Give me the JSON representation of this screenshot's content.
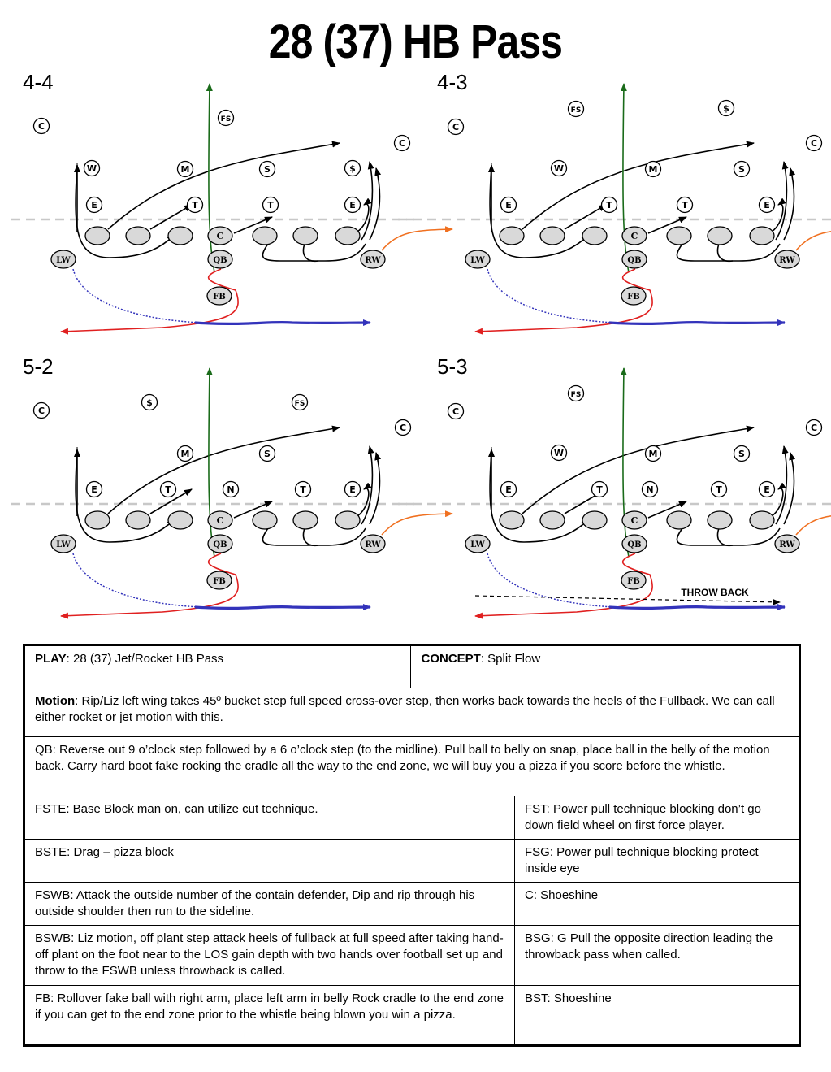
{
  "title": "28 (37) HB Pass",
  "diagrams": [
    {
      "formation": "4-4",
      "defenders": [
        {
          "label": "C"
        },
        {
          "label": "FS"
        },
        {
          "label": "C"
        },
        {
          "label": "W"
        },
        {
          "label": "M"
        },
        {
          "label": "S"
        },
        {
          "label": "$"
        },
        {
          "label": "E"
        },
        {
          "label": "T"
        },
        {
          "label": "T"
        },
        {
          "label": "E"
        }
      ],
      "offense_labels": [
        "C",
        "LW",
        "QB",
        "RW",
        "FB"
      ]
    },
    {
      "formation": "4-3",
      "defenders": [
        {
          "label": "FS"
        },
        {
          "label": "$"
        },
        {
          "label": "C"
        },
        {
          "label": "C"
        },
        {
          "label": "W"
        },
        {
          "label": "M"
        },
        {
          "label": "S"
        },
        {
          "label": "E"
        },
        {
          "label": "T"
        },
        {
          "label": "T"
        },
        {
          "label": "E"
        }
      ],
      "offense_labels": [
        "C",
        "LW",
        "QB",
        "RW",
        "FB"
      ]
    },
    {
      "formation": "5-2",
      "defenders": [
        {
          "label": "C"
        },
        {
          "label": "$"
        },
        {
          "label": "FS"
        },
        {
          "label": "C"
        },
        {
          "label": "M"
        },
        {
          "label": "S"
        },
        {
          "label": "E"
        },
        {
          "label": "T"
        },
        {
          "label": "N"
        },
        {
          "label": "T"
        },
        {
          "label": "E"
        }
      ],
      "offense_labels": [
        "C",
        "LW",
        "QB",
        "RW",
        "FB"
      ]
    },
    {
      "formation": "5-3",
      "defenders": [
        {
          "label": "FS"
        },
        {
          "label": "C"
        },
        {
          "label": "C"
        },
        {
          "label": "W"
        },
        {
          "label": "M"
        },
        {
          "label": "S"
        },
        {
          "label": "E"
        },
        {
          "label": "T"
        },
        {
          "label": "N"
        },
        {
          "label": "T"
        },
        {
          "label": "E"
        }
      ],
      "offense_labels": [
        "C",
        "LW",
        "QB",
        "RW",
        "FB"
      ],
      "annotation": "THROW BACK"
    }
  ],
  "colors": {
    "defender_fill": "#ffffff",
    "offense_fill": "#d9d9d9",
    "block_line": "#000000",
    "fb_route": "#1a6b1a",
    "qb_route": "#e02020",
    "motion_route": "#3333bb",
    "wing_route": "#f07020",
    "scrimmage_line": "#c8c8c8"
  },
  "table": {
    "play_label": "PLAY",
    "play_text": ":  28 (37) Jet/Rocket HB Pass",
    "concept_label": "CONCEPT",
    "concept_text": ":  Split Flow",
    "motion_label": "Motion",
    "motion_text": ":  Rip/Liz left wing takes 45º bucket step full speed cross-over step, then works back towards the heels of the Fullback.  We can call either rocket or jet motion with this.",
    "qb": "QB:  Reverse out 9 o’clock step followed by a 6 o’clock step (to the midline).  Pull ball to belly on snap, place ball in the belly of the motion back.  Carry hard boot fake rocking the cradle all the way to the end zone, we will buy you a pizza if you score before the whistle.",
    "rows": [
      {
        "left": "FSTE:  Base Block man on, can utilize cut technique.",
        "right": "FST:  Power pull technique blocking don’t go down field wheel on first force player."
      },
      {
        "left": "BSTE:  Drag – pizza block",
        "right": "FSG:  Power pull technique blocking protect inside eye"
      },
      {
        "left": "FSWB:  Attack the outside number of the contain defender, Dip and rip through his outside shoulder then run to the sideline.",
        "right": "C:  Shoeshine"
      },
      {
        "left": "BSWB:  Liz motion, off plant step attack heels of fullback at full speed after taking hand-off plant on the foot near to the LOS gain depth with two hands over football set up and throw to the FSWB unless throwback is called.",
        "right": "BSG:  G Pull the opposite direction leading the throwback pass when called."
      },
      {
        "left": "FB:  Rollover fake ball with right arm, place left arm in belly Rock cradle to the end zone if you can get to the end zone prior to the whistle being blown you win a pizza.",
        "right": "BST:  Shoeshine"
      }
    ]
  }
}
